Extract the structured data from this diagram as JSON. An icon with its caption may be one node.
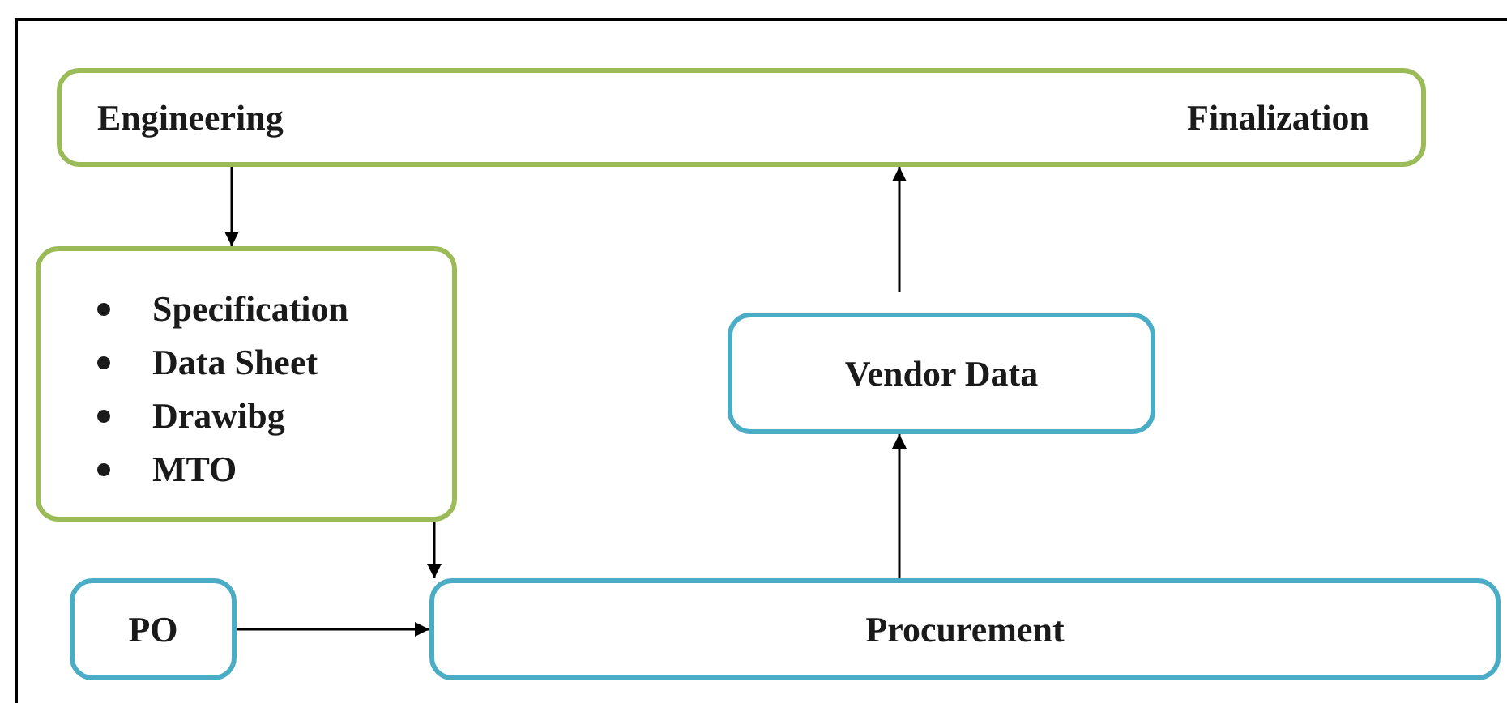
{
  "diagram": {
    "nodes": [
      {
        "text": [
          "Engineering",
          "Finalization"
        ]
      },
      {
        "text": [
          "Specification",
          "Data Sheet",
          "Drawibg",
          "MTO"
        ]
      },
      {
        "text": [
          "Vendor Data"
        ]
      },
      {
        "text": [
          "PO"
        ]
      },
      {
        "text": [
          "Procurement"
        ]
      }
    ],
    "edges": [
      {
        "from": 0,
        "to": 1,
        "arrow": "to"
      },
      {
        "from": 1,
        "to": 4,
        "arrow": "to"
      },
      {
        "from": 3,
        "to": 4,
        "arrow": "to"
      },
      {
        "from": 4,
        "to": 2,
        "arrow": "to"
      },
      {
        "from": 2,
        "to": 0,
        "arrow": "to"
      }
    ]
  }
}
